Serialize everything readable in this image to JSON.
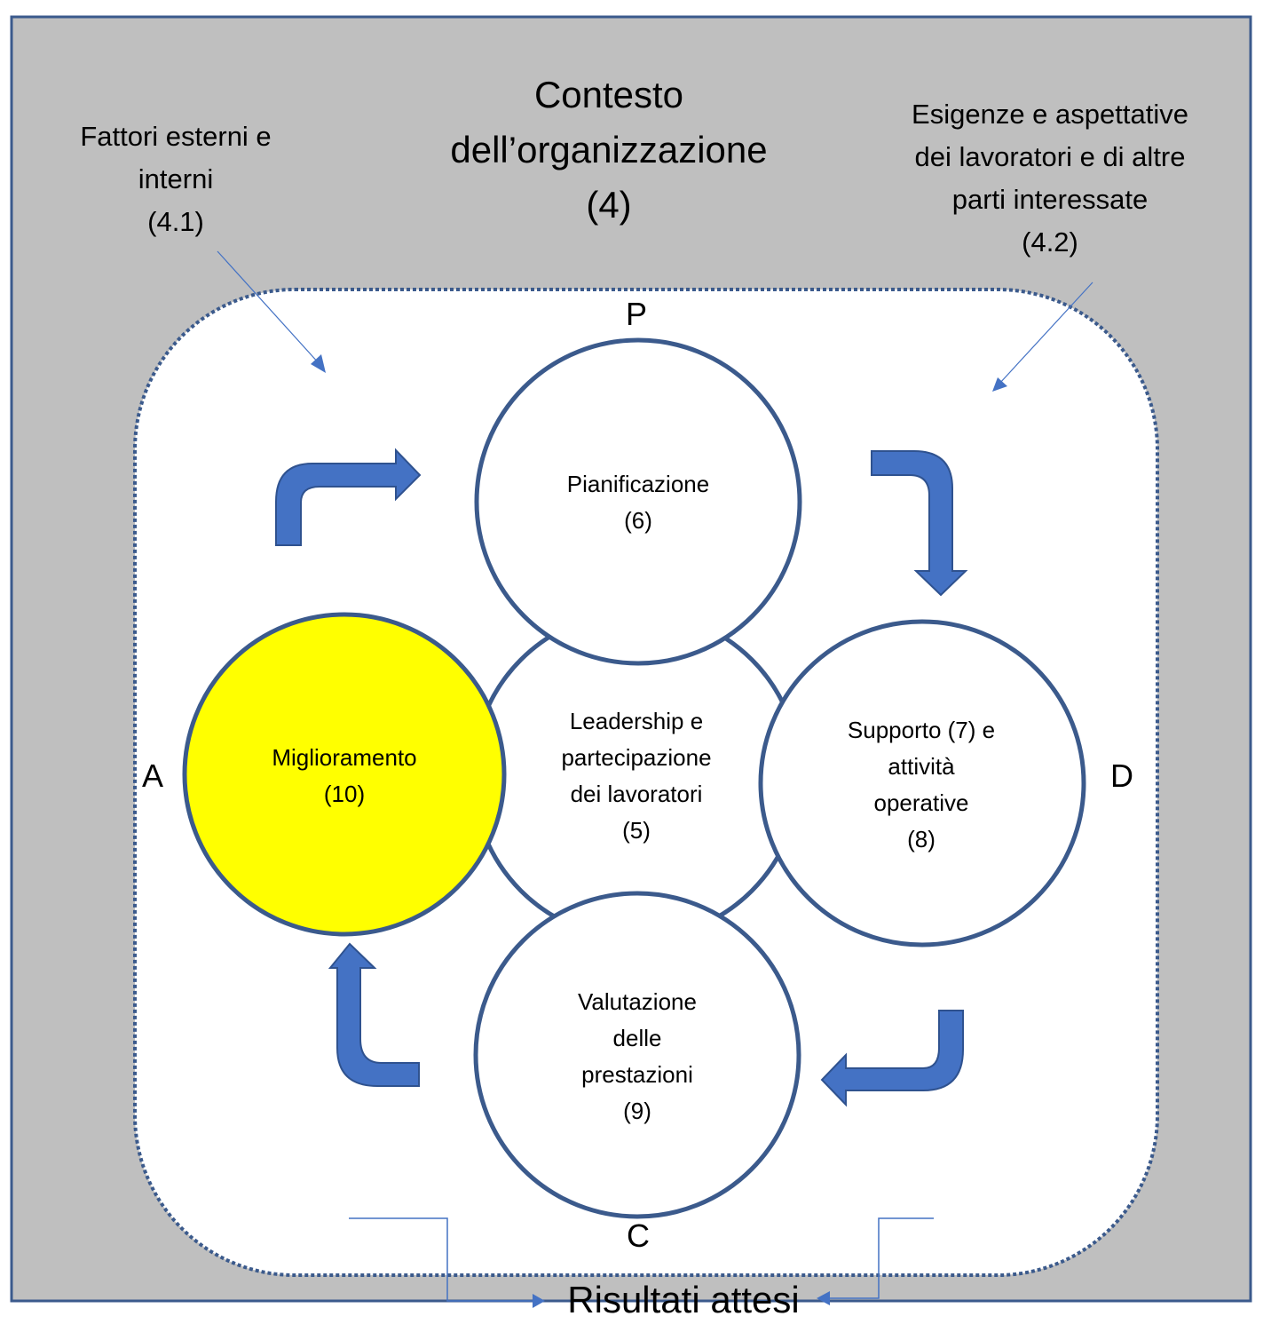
{
  "title": "Contesto\ndell’organizzazione\n(4)",
  "external_factors": "Fattori esterni e\ninterni\n(4.1)",
  "stakeholder_needs": "Esigenze e aspettative\ndei lavoratori e di altre\nparti interessate\n(4.2)",
  "phases": {
    "plan": "P",
    "do": "D",
    "check": "C",
    "act": "A"
  },
  "circles": {
    "planning": "Pianificazione\n(6)",
    "leadership": "Leadership e\npartecipazione\ndei lavoratori\n(5)",
    "support": "Supporto (7) e\nattività\noperative\n(8)",
    "evaluation": "Valutazione\ndelle\nprestazioni\n(9)",
    "improvement": "Miglioramento\n(10)"
  },
  "outcome": "Risultati attesi",
  "colors": {
    "background": "#bfbfbf",
    "border": "#3b5a8c",
    "arrow_fill": "#4472c4",
    "arrow_stroke": "#2f528f",
    "highlight": "#ffff00"
  },
  "icons": [
    "bent-arrow-right-icon",
    "bent-arrow-down-icon",
    "bent-arrow-left-icon",
    "bent-arrow-up-icon"
  ]
}
